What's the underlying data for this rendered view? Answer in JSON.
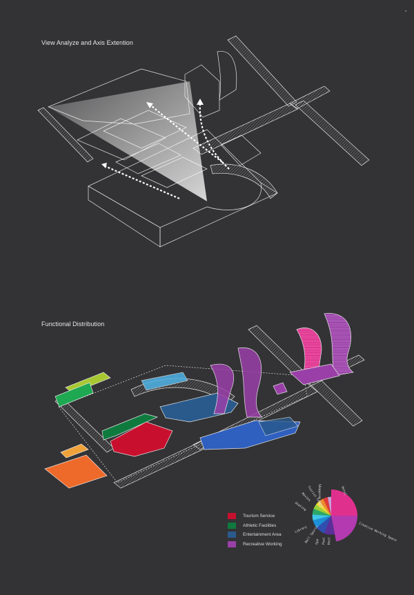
{
  "headings": {
    "view_title": "View Analyze and Axis Extention",
    "func_title": "Functional Distribution"
  },
  "corner_mark": "\"",
  "colors": {
    "background": "#333335",
    "tourism": "#c8102e",
    "athletic": "#0f7a3e",
    "entertainment": "#2a5a8c",
    "recreative": "#9a3fa8",
    "magenta": "#e0308e",
    "blue": "#2f5fbf",
    "sky": "#4fb2e6",
    "lime": "#a8c832",
    "green": "#1fa852",
    "orange": "#ee6a2a",
    "yellow": "#f0a23a",
    "outline": "#e6e6e6"
  },
  "legend": [
    {
      "label": "Tourism Service",
      "color": "#c8102e"
    },
    {
      "label": "Athletic Facilities",
      "color": "#0f7a3e"
    },
    {
      "label": "Entertainment Area",
      "color": "#2a5a8c"
    },
    {
      "label": "Recreative Working",
      "color": "#9a3fa8"
    }
  ],
  "pie": {
    "labels": [
      "Hotel",
      "Creative Working Space",
      "Shopping Mall",
      "Tourist Center",
      "Movies",
      "Skating",
      "Library",
      "Ball Sports",
      "Gym",
      "Pool",
      "Rest"
    ],
    "slices": [
      {
        "value": 25,
        "color": "#e0308e"
      },
      {
        "value": 22,
        "color": "#b33ab0"
      },
      {
        "value": 9,
        "color": "#5a2f9a"
      },
      {
        "value": 8,
        "color": "#2f4fb0"
      },
      {
        "value": 7,
        "color": "#1c8fd6"
      },
      {
        "value": 5,
        "color": "#3fc6e8"
      },
      {
        "value": 5,
        "color": "#2aa86a"
      },
      {
        "value": 4,
        "color": "#9ad03a"
      },
      {
        "value": 4,
        "color": "#f0d83a"
      },
      {
        "value": 4,
        "color": "#f08a2a"
      },
      {
        "value": 4,
        "color": "#e03a3a"
      },
      {
        "value": 3,
        "color": "#c8a0d8"
      }
    ]
  }
}
